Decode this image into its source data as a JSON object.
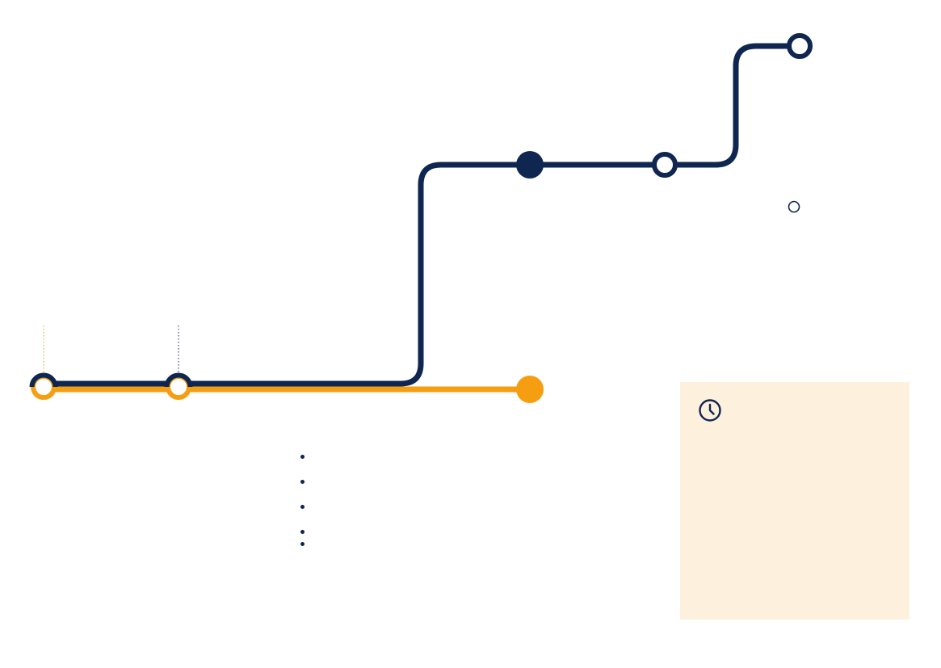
{
  "colors": {
    "navy_line": "#0f2650",
    "orange_line": "#f59e12",
    "panel_background": "#fdf0dc",
    "station_fill": "#ffffff"
  },
  "diagram": {
    "lines": [
      {
        "id": "navy-route",
        "color": "navy",
        "stations": 6
      },
      {
        "id": "orange-route",
        "color": "orange",
        "stations": 3
      }
    ]
  },
  "bullet_list": {
    "item_count": 5
  },
  "info_panel": {
    "icon": "clock-icon"
  }
}
